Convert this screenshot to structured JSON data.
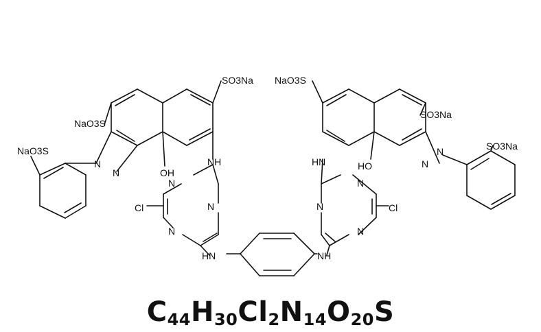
{
  "structure": {
    "atom_labels": {
      "so3na_top_left": "SO3Na",
      "naO3s_left": "NaO3S",
      "naO3s_far_left": "NaO3S",
      "oh_left": "OH",
      "n_azo_left_1": "N",
      "n_azo_left_2": "N",
      "nh_upper_left": "NH",
      "n_tri_left_top": "N",
      "n_tri_left_right": "N",
      "n_tri_left_bottom": "N",
      "cl_left": "Cl",
      "nh_lower_left": "HN",
      "nh_lower_right": "NH",
      "naO3s_top_right": "NaO3S",
      "so3na_right": "SO3Na",
      "so3na_far_right": "SO3Na",
      "ho_right": "HO",
      "n_azo_right_1": "N",
      "n_azo_right_2": "N",
      "nh_upper_right": "HN",
      "n_tri_right_top": "N",
      "n_tri_right_left": "N",
      "n_tri_right_bottom": "N",
      "cl_right": "Cl"
    }
  },
  "formula": {
    "parts": [
      {
        "el": "C",
        "n": "44"
      },
      {
        "el": "H",
        "n": "30"
      },
      {
        "el": "Cl",
        "n": "2"
      },
      {
        "el": "N",
        "n": "14"
      },
      {
        "el": "O",
        "n": "20"
      },
      {
        "el": "S",
        "n": ""
      }
    ]
  }
}
